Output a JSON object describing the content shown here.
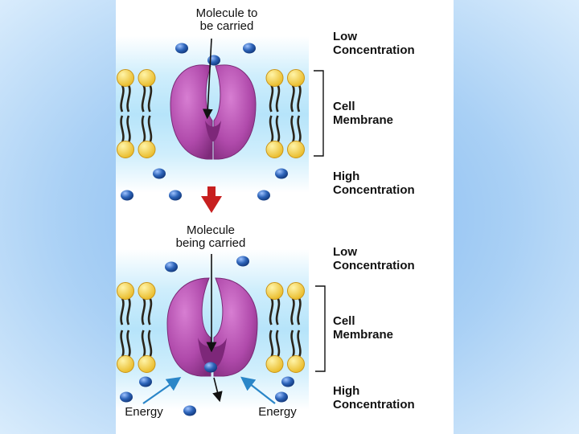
{
  "top": {
    "caption": [
      "Molecule to",
      "be carried"
    ],
    "labels": {
      "low": [
        "Low",
        "Concentration"
      ],
      "membrane": [
        "Cell",
        "Membrane"
      ],
      "high": [
        "High",
        "Concentration"
      ]
    }
  },
  "bottom": {
    "caption": [
      "Molecule",
      "being carried"
    ],
    "labels": {
      "low": [
        "Low",
        "Concentration"
      ],
      "membrane": [
        "Cell",
        "Membrane"
      ],
      "high": [
        "High",
        "Concentration"
      ]
    },
    "energy_left": "Energy",
    "energy_right": "Energy"
  },
  "colors": {
    "protein": "#a0449c",
    "head": "#f5c92a",
    "molecule": "#1f57a6",
    "arrow_red": "#c71f1f",
    "energy_arrow": "#2a86c8"
  }
}
